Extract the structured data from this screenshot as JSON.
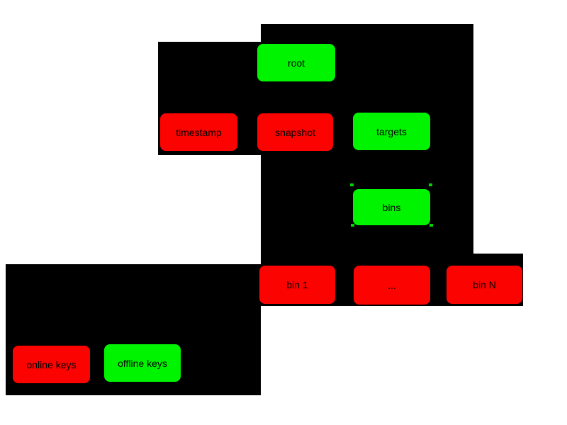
{
  "diagram": {
    "colors": {
      "background": "#ffffff",
      "panel": "#000000",
      "node_online_red": "#fb0300",
      "node_offline_green": "#00f400",
      "node_border": "#000000",
      "text": "#000000",
      "selection_handle": "#00d400"
    },
    "nodes": {
      "root": {
        "label": "root",
        "color": "green"
      },
      "timestamp": {
        "label": "timestamp",
        "color": "red"
      },
      "snapshot": {
        "label": "snapshot",
        "color": "red"
      },
      "targets": {
        "label": "targets",
        "color": "green"
      },
      "bins": {
        "label": "bins",
        "color": "green",
        "selected": true
      },
      "bin1": {
        "label": "bin 1",
        "color": "red"
      },
      "ellipsis": {
        "label": "...",
        "color": "red"
      },
      "binN": {
        "label": "bin N",
        "color": "red"
      }
    },
    "legend": {
      "online": {
        "label": "online keys",
        "color": "red"
      },
      "offline": {
        "label": "offline keys",
        "color": "green"
      }
    }
  }
}
